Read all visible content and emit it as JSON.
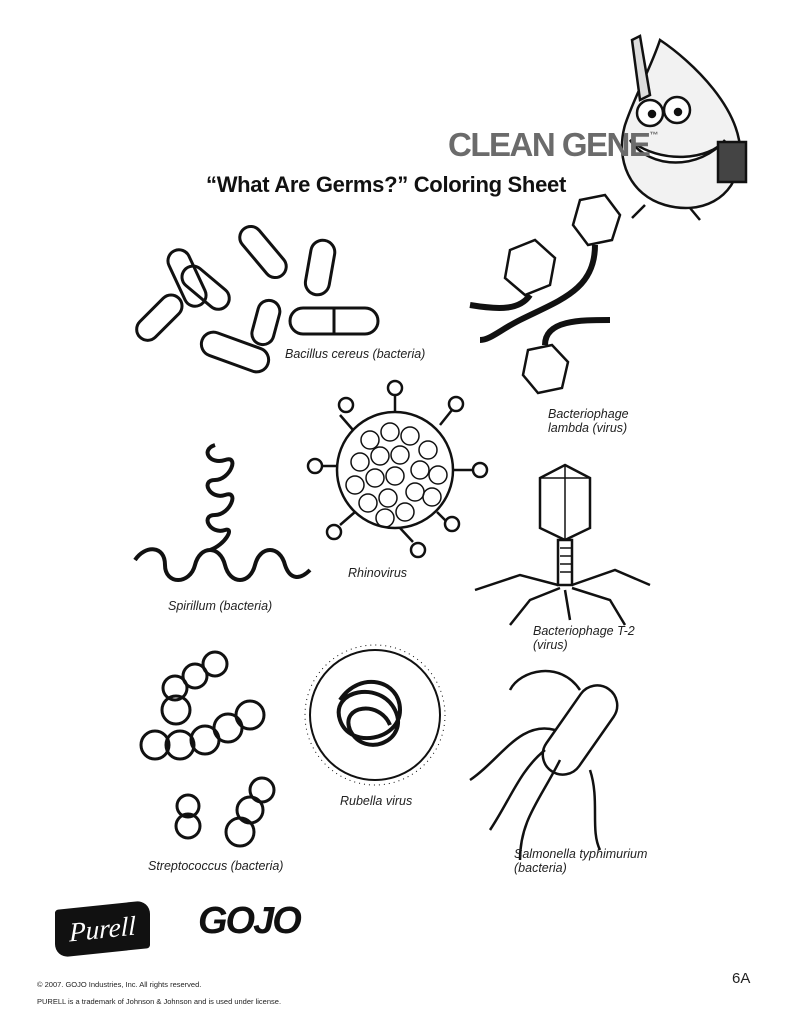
{
  "header": {
    "brand": "CLEAN GENE",
    "brand_tm": "™",
    "title": "“What Are Germs?” Coloring Sheet"
  },
  "germs": [
    {
      "label": "Bacillus cereus (bacteria)"
    },
    {
      "label_line1": "Bacteriophage",
      "label_line2": "lambda (virus)"
    },
    {
      "label": "Rhinovirus"
    },
    {
      "label": "Spirillum (bacteria)"
    },
    {
      "label_line1": "Bacteriophage T-2",
      "label_line2": "(virus)"
    },
    {
      "label": "Rubella virus"
    },
    {
      "label": "Streptococcus (bacteria)"
    },
    {
      "label_line1": "Salmonella typhimurium",
      "label_line2": "(bacteria)"
    }
  ],
  "logos": {
    "purell": "Purell",
    "gojo": "GOJO"
  },
  "footer": {
    "copyright": "© 2007. GOJO Industries, Inc. All rights reserved.",
    "trademark": "PURELL is a trademark of Johnson & Johnson and is used under license.",
    "page_number": "6A"
  }
}
